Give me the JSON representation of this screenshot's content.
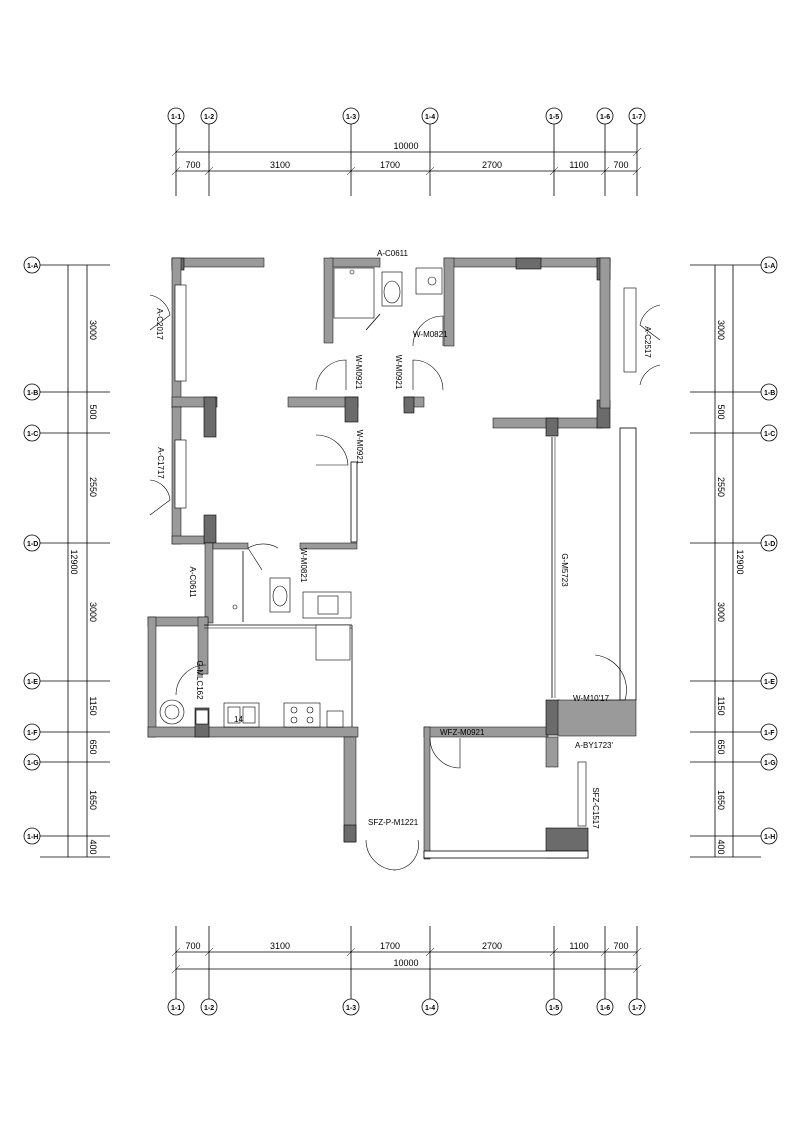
{
  "top_dims": {
    "total": "10000",
    "segments": [
      "700",
      "3100",
      "1700",
      "2700",
      "1100",
      "700"
    ]
  },
  "bottom_dims": {
    "total": "10000",
    "segments": [
      "700",
      "3100",
      "1700",
      "2700",
      "1100",
      "700"
    ]
  },
  "left_dims": {
    "total": "12900",
    "segments": [
      "3000",
      "500",
      "2550",
      "3000",
      "1150",
      "650",
      "1650",
      "400"
    ]
  },
  "right_dims": {
    "total": "12900",
    "segments": [
      "3000",
      "500",
      "2550",
      "3000",
      "1150",
      "650",
      "1650",
      "400"
    ]
  },
  "labels": {
    "a_c0611_top": "A-C0611",
    "a_c2017": "A-C2017",
    "a_c2517": "A-C2517",
    "a_c1717": "A-C1717",
    "a_c0611_left": "A-C0611",
    "w_m0821_top": "W-M0821",
    "w_m0921_a": "W-M0921",
    "w_m0921_b": "W-M0921",
    "w_m0921_c": "W-M0921",
    "w_m0821_mid": "W-M0821",
    "g_m5723": "G-M5723",
    "g_mlc": "G-MLC162",
    "w_m1017": "W-M10'17",
    "a_by1723": "A-BY1723'",
    "wfz_m0921": "WFZ-M0921",
    "sfz_c1517": "SFZ-C1517",
    "sfz_p_m1221": "SFZ-P-M1221",
    "fridge_code": "14"
  }
}
